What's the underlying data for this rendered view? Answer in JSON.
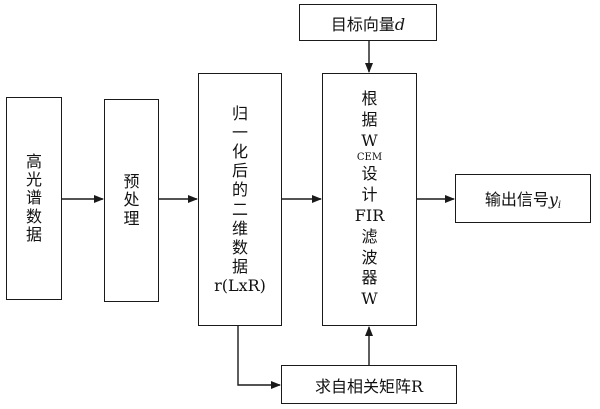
{
  "nodes": {
    "hsi_data": {
      "chars": [
        "高",
        "光",
        "谱",
        "数",
        "据"
      ]
    },
    "preprocess": {
      "chars": [
        "预",
        "处",
        "理"
      ]
    },
    "normalized": {
      "chars": [
        "归",
        "一",
        "化",
        "后",
        "的",
        "二",
        "维",
        "数",
        "据"
      ],
      "tail": "r(LxR)"
    },
    "target_vector": {
      "text": "目标向量",
      "symbol": "d"
    },
    "cem_filter": {
      "chars_top": [
        "根",
        "据"
      ],
      "w_main": "W",
      "w_sub": "CEM",
      "chars_mid": [
        "设",
        "计"
      ],
      "fir": "FIR",
      "chars_bottom": [
        "滤",
        "波",
        "器"
      ],
      "w_tail": "W"
    },
    "output": {
      "text": "输出信号",
      "symbol": "y",
      "subscript": "i"
    },
    "correlation": {
      "text": "求自相关矩阵R"
    }
  }
}
